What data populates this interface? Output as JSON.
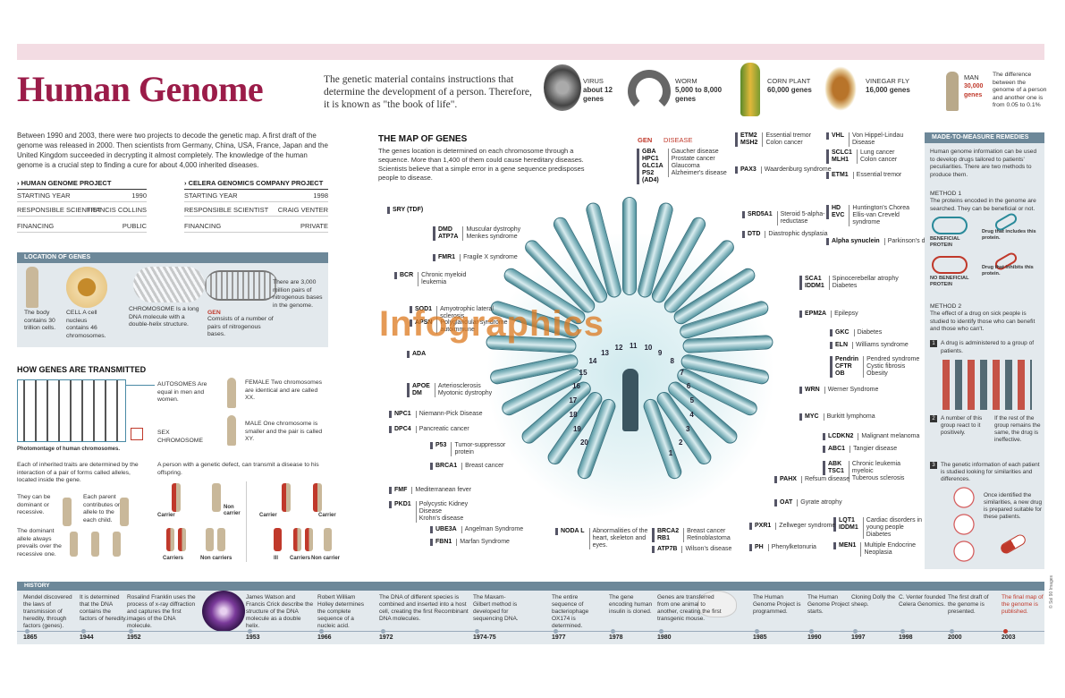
{
  "title": "Human Genome",
  "intro": "The genetic material contains instructions that determine the development of a person. Therefore, it is known as \"the book of life\".",
  "organisms": [
    {
      "name": "VIRUS",
      "value": "about 12 genes"
    },
    {
      "name": "WORM",
      "value": "5,000 to 8,000 genes"
    },
    {
      "name": "CORN PLANT",
      "value": "60,000 genes"
    },
    {
      "name": "VINEGAR FLY",
      "value": "16,000 genes"
    },
    {
      "name": "MAN",
      "value": "30,000 genes",
      "note": "The difference between the genome of a person and another one is from 0.05 to 0.1%"
    }
  ],
  "summary": "Between 1990 and 2003, there were two projects to decode the genetic map. A first draft of the genome was released in 2000. Then scientists from Germany, China, USA, France, Japan and the United Kingdom succeeded in decrypting it almost completely. The knowledge of the human genome is a crucial step to finding a cure for about 4,000 inherited diseases.",
  "projects": [
    {
      "name": "HUMAN GENOME PROJECT",
      "rows": [
        [
          "STARTING YEAR",
          "1990"
        ],
        [
          "RESPONSIBLE SCIENTIST",
          "FRANCIS COLLINS"
        ],
        [
          "FINANCING",
          "PUBLIC"
        ]
      ]
    },
    {
      "name": "CELERA GENOMICS COMPANY PROJECT",
      "rows": [
        [
          "STARTING YEAR",
          "1998"
        ],
        [
          "RESPONSIBLE SCIENTIST",
          "CRAIG VENTER"
        ],
        [
          "FINANCING",
          "PRIVATE"
        ]
      ]
    }
  ],
  "location": {
    "header": "LOCATION OF GENES",
    "body": "The body contains 30 trillion cells.",
    "cell": "CELL A cell nucleus contains 46 chromosomes.",
    "chromosome": "CHROMOSOME Is a long DNA molecule with a double-helix structure.",
    "gen": "GEN",
    "gen_desc": "Comsists of a number of pairs of nitrogenous bases.",
    "pairs": "There are 3,000 million pairs of nitrogenous bases in the genome."
  },
  "transmitted": {
    "header": "HOW GENES ARE TRANSMITTED",
    "autosomes": "AUTOSOMES Are equal in men and women.",
    "sex": "SEX CHROMOSOME",
    "female": "FEMALE Two chromosomes are identical and are called XX.",
    "male": "MALE One chromosome is smaller and the pair is called XY.",
    "caption": "Photomontage of human chromosomes.",
    "alleles": "Each of inherited traits are determined by the interaction of a pair of forms called alleles, located inside the gene.",
    "dominant": "They can be dominant or recessive.",
    "each_parent": "Each parent contributes one allele to the each child.",
    "dominant2": "The dominant allele always prevails over the recessive one.",
    "defect": "A person with a genetic defect, can transmit a disease to his offspring.",
    "labels": [
      "Carrier",
      "Non carrier",
      "Carriers",
      "Non carriers",
      "Carrier",
      "Carrier",
      "Ill",
      "Carriers",
      "Non carrier"
    ]
  },
  "map": {
    "header": "THE MAP OF GENES",
    "text": "The genes location is determined on each chromosome through a sequence. More than 1,400 of them could cause hereditary diseases. Scientists believe that a simple error in a gene sequence predisposes people to disease.",
    "col_gen": "GEN",
    "col_disease": "DISEASE",
    "numbers": [
      "1",
      "2",
      "3",
      "4",
      "5",
      "6",
      "7",
      "8",
      "9",
      "10",
      "11",
      "12",
      "13",
      "14",
      "15",
      "16",
      "17",
      "18",
      "19",
      "20"
    ],
    "genes": [
      {
        "g": "GBA\nHPC1\nGLC1A\nPS2\n(AD4)",
        "d": "Gaucher disease\nProstate cancer\nGlaucoma\nAlzheimer's disease"
      },
      {
        "g": "ETM2\nMSH2",
        "d": "Essential tremor\nColon cancer"
      },
      {
        "g": "PAX3",
        "d": "Waardenburg syndrome"
      },
      {
        "g": "VHL",
        "d": "Von Hippel-Lindau Disease"
      },
      {
        "g": "SCLC1\nMLH1",
        "d": "Lung cancer\nColon cancer"
      },
      {
        "g": "ETM1",
        "d": "Essential tremor"
      },
      {
        "g": "SRD5A1",
        "d": "Steroid 5-alpha-reductase"
      },
      {
        "g": "DTD",
        "d": "Diastrophic dysplasia"
      },
      {
        "g": "HD\nEVC",
        "d": "Huntington's Chorea\nEllis-van Creveld syndrome"
      },
      {
        "g": "Alpha synuclein",
        "d": "Parkinson's disease"
      },
      {
        "g": "SCA1\nIDDM1",
        "d": "Spinocerebellar atrophy\nDiabetes"
      },
      {
        "g": "EPM2A",
        "d": "Epilepsy"
      },
      {
        "g": "GKC",
        "d": "Diabetes"
      },
      {
        "g": "ELN",
        "d": "Williams syndrome"
      },
      {
        "g": "Pendrin\nCFTR\nOB",
        "d": "Pendred syndrome\nCystic fibrosis\nObesity"
      },
      {
        "g": "WRN",
        "d": "Werner Syndrome"
      },
      {
        "g": "MYC",
        "d": "Burkitt lymphoma"
      },
      {
        "g": "LCDKN2",
        "d": "Malignant melanoma"
      },
      {
        "g": "ABC1",
        "d": "Tangier disease"
      },
      {
        "g": "ABK\nTSC1",
        "d": "Chronic leukemia myeloic\nTuberous sclerosis"
      },
      {
        "g": "PAHX",
        "d": "Refsum disease"
      },
      {
        "g": "OAT",
        "d": "Gyrate atrophy"
      },
      {
        "g": "LQT1\nIDDM1",
        "d": "Cardiac disorders in young people\nDiabetes"
      },
      {
        "g": "MEN1",
        "d": "Multiple Endocrine Neoplasia"
      },
      {
        "g": "PXR1",
        "d": "Zellweger syndrome"
      },
      {
        "g": "PH",
        "d": "Phenylketonuria"
      },
      {
        "g": "BRCA2\nRB1",
        "d": "Breast cancer\nRetinoblastoma"
      },
      {
        "g": "ATP7B",
        "d": "Wilson's disease"
      },
      {
        "g": "NODA L",
        "d": "Abnormalities of the heart, skeleton and eyes."
      },
      {
        "g": "UBE3A",
        "d": "Angelman Syndrome"
      },
      {
        "g": "FBN1",
        "d": "Marfan Syndrome"
      },
      {
        "g": "FMF",
        "d": "Mediterranean fever"
      },
      {
        "g": "PKD1",
        "d": "Polycystic Kidney Disease\nKrohn's disease"
      },
      {
        "g": "P53",
        "d": "Tumor-suppressor protein"
      },
      {
        "g": "BRCA1",
        "d": "Breast cancer"
      },
      {
        "g": "NPC1",
        "d": "Niemann-Pick Disease"
      },
      {
        "g": "DPC4",
        "d": "Pancreatic cancer"
      },
      {
        "g": "APOE\nDM",
        "d": "Arteriosclerosis\nMyotonic dystrophy"
      },
      {
        "g": "ADA",
        "d": ""
      },
      {
        "g": "SOD1",
        "d": "Amyotrophic lateral sclerosis"
      },
      {
        "g": "APSN",
        "d": "Polyglandular syndrome autoimmune"
      },
      {
        "g": "BCR",
        "d": "Chronic myeloid leukemia"
      },
      {
        "g": "DMD\nATP7A",
        "d": "Muscular dystrophy\nMenkes syndrome"
      },
      {
        "g": "FMR1",
        "d": "Fragile X syndrome"
      },
      {
        "g": "SRY (TDF)",
        "d": ""
      }
    ]
  },
  "remedies": {
    "header": "MADE-TO-MEASURE REMEDIES",
    "intro": "Human genome information can be used to develop drugs tailored to patients' peculiarities. There are two methods to produce them.",
    "m1_title": "METHOD 1",
    "m1_text": "The proteins encoded in the genome are searched. They can be beneficial or not.",
    "beneficial": "BENEFICIAL PROTEIN",
    "drug_includes": "Drug that includes this protein.",
    "no_beneficial": "NO BENEFICIAL PROTEIN",
    "drug_inhibits": "Drug that inhibits this protein.",
    "m2_title": "METHOD 2",
    "m2_text": "The effect of a drug on sick people is studied to identify those who can benefit and those who can't.",
    "step1": "A drug is administered to a group of patients.",
    "step2": "A number of this group react to it positively.",
    "step2b": "If the rest of the group remains the same, the drug is ineffective.",
    "step3": "The genetic information of each patient is studied looking for similarities and differences.",
    "step3b": "Once identified the similarities, a new drug is prepared suitable for these patients."
  },
  "history": {
    "header": "HISTORY",
    "events": [
      {
        "year": "1865",
        "text": "Mendel discovered the laws of transmission of heredity, through factors (genes)."
      },
      {
        "year": "1944",
        "text": "It is determined that the DNA contains the factors of heredity."
      },
      {
        "year": "1952",
        "text": "Rosalind Franklin uses the process of x-ray diffraction and captures the first images of the DNA molecule."
      },
      {
        "year": "1953",
        "text": "James Watson and Francis Crick describe the structure of the DNA molecule as a double helix."
      },
      {
        "year": "1966",
        "text": "Robert William Holley determines the complete sequence of a nucleic acid."
      },
      {
        "year": "1972",
        "text": "The DNA of different species is combined and inserted into a host cell, creating the first Recombinant DNA molecules."
      },
      {
        "year": "1974-75",
        "text": "The Maxam-Gilbert method is developed for sequencing DNA."
      },
      {
        "year": "1977",
        "text": "The entire sequence of bacteriophage OX174 is determined."
      },
      {
        "year": "1978",
        "text": "The gene encoding human insulin is cloned."
      },
      {
        "year": "1980",
        "text": "Genes are transferred from one animal to another, creating the first transgenic mouse."
      },
      {
        "year": "1985",
        "text": "The Human Genome Project is programmed."
      },
      {
        "year": "1990",
        "text": "The Human Genome Project starts."
      },
      {
        "year": "1997",
        "text": "Cloning Dolly the sheep."
      },
      {
        "year": "1998",
        "text": "C. Venter founded Celera Genomics."
      },
      {
        "year": "2000",
        "text": "The first draft of the genome is presented."
      },
      {
        "year": "2003",
        "text": "The final map of the genome is published."
      }
    ]
  },
  "watermark": "Infographics",
  "copyright": "© Sol 90 Images"
}
